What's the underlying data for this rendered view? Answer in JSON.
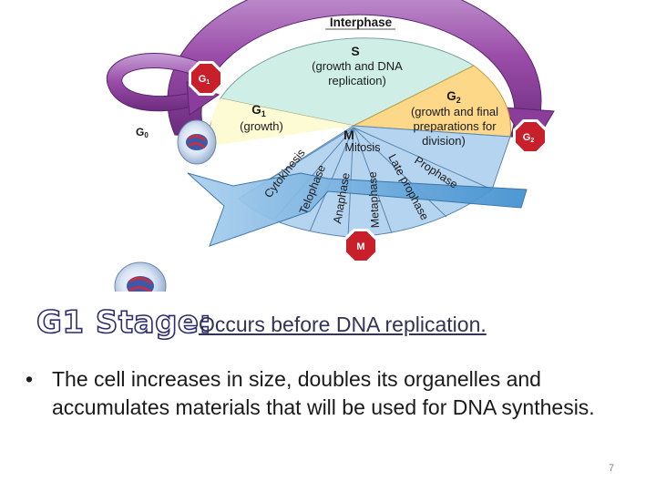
{
  "diagram": {
    "interphase_label": "Interphase",
    "g0_label": "G",
    "g0_sub": "0",
    "s_phase": {
      "title": "S",
      "line1": "(growth and DNA",
      "line2": "replication)"
    },
    "g1_phase": {
      "title": "G",
      "title_sub": "1",
      "line1": "(growth)"
    },
    "g2_phase": {
      "title": "G",
      "title_sub": "2",
      "line1": "(growth and final",
      "line2": "preparations for",
      "line3": "division)"
    },
    "m_label": "M",
    "mitosis_label": "Mitosis",
    "mitosis_stages": [
      "Cytokinesis",
      "Telophase",
      "Anaphase",
      "Metaphase",
      "Late prophase",
      "Prophase"
    ],
    "checkpoints": [
      {
        "label": "G",
        "sub": "1"
      },
      {
        "label": "G",
        "sub": "2"
      },
      {
        "label": "M",
        "sub": ""
      }
    ],
    "colors": {
      "s": "#cfeee6",
      "g1": "#fdfbd4",
      "g2": "#fcd888",
      "mitosis_fan": "#b5d4ef",
      "arrow": "#9a4ca8",
      "checkpoint": "#c8202a"
    }
  },
  "slide": {
    "heading": "G1 Stage:",
    "heading_desc": "Occurs before DNA replication.",
    "bullet_symbol": "•",
    "bullet": "The cell increases in size, doubles its organelles and accumulates materials that will be used for DNA synthesis.",
    "page_number": "7"
  }
}
